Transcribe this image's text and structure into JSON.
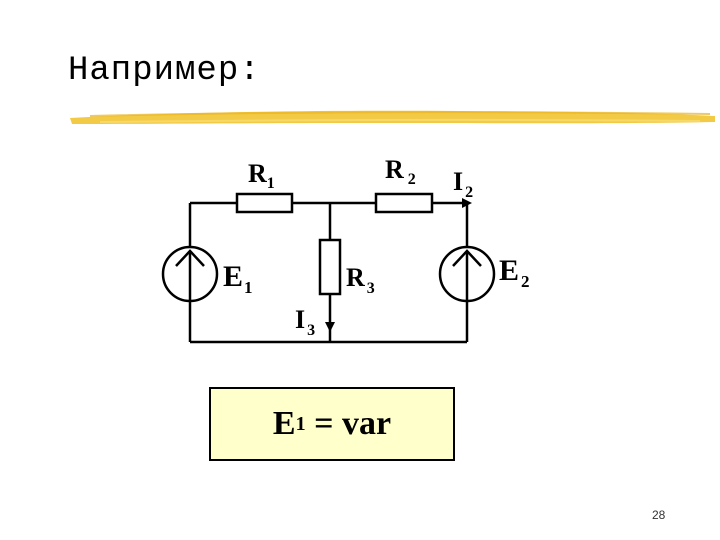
{
  "slide": {
    "title": "Например:",
    "page_number": "28"
  },
  "circuit": {
    "labels": {
      "r1": "R",
      "r1_sub": "1",
      "r2": "R",
      "r2_sub": "2",
      "r3": "R",
      "r3_sub": "3",
      "e1": "E",
      "e1_sub": "1",
      "e2": "E",
      "e2_sub": "2",
      "i2": "I",
      "i2_sub": "2",
      "i3": "I",
      "i3_sub": "3"
    }
  },
  "formula": {
    "lhs": "E",
    "lhs_sub": "1",
    "rhs": " = var"
  },
  "colors": {
    "accent_stroke": "#f2c432",
    "formula_bg": "#ffffcc"
  }
}
